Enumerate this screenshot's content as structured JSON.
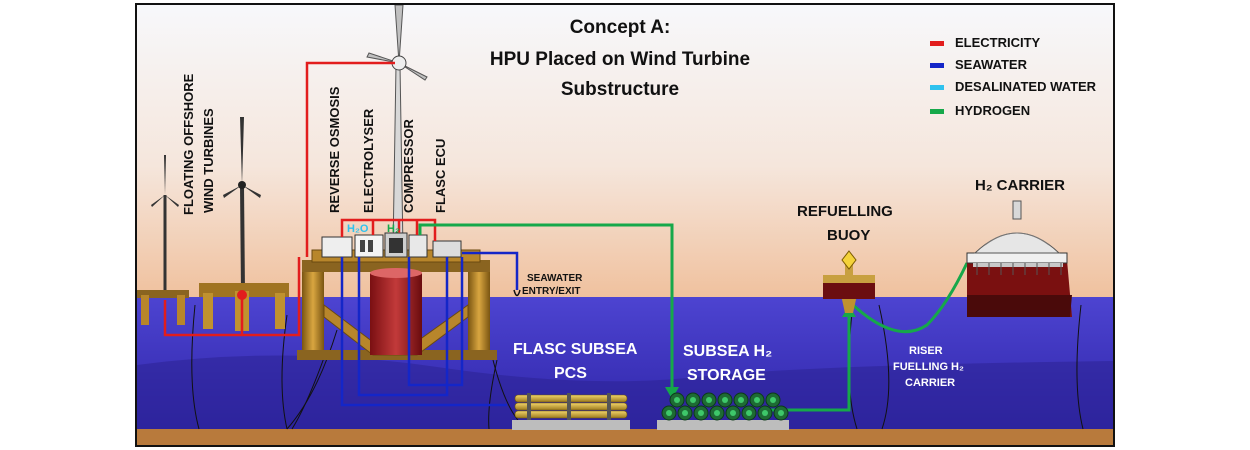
{
  "title": {
    "line1": "Concept A:",
    "line2": "HPU Placed on Wind Turbine",
    "line3": "Substructure"
  },
  "legend": [
    {
      "label": "ELECTRICITY",
      "color": "#e21d1d"
    },
    {
      "label": "SEAWATER",
      "color": "#1426c8"
    },
    {
      "label": "DESALINATED WATER",
      "color": "#2fc2ee"
    },
    {
      "label": "HYDROGEN",
      "color": "#16a84a"
    }
  ],
  "labels": {
    "floating_line1": "FLOATING OFFSHORE",
    "floating_line2": "WIND TURBINES",
    "reverse_osmosis": "REVERSE OSMOSIS",
    "electrolyser": "ELECTROLYSER",
    "compressor": "COMPRESSOR",
    "flasc_ecu": "FLASC ECU",
    "h2o": "H₂O",
    "h2_small": "H₂",
    "seawater_entry_line1": "SEAWATER",
    "seawater_entry_line2": "ENTRY/EXIT",
    "refuelling_line1": "REFUELLING",
    "refuelling_line2": "BUOY",
    "carrier": "H₂ CARRIER",
    "flasc_subsea_line1": "FLASC SUBSEA",
    "flasc_subsea_line2": "PCS",
    "subsea_storage_line1": "SUBSEA H₂",
    "subsea_storage_line2": "STORAGE",
    "riser_line1": "RISER",
    "riser_line2": "FUELLING H₂",
    "riser_line3": "CARRIER"
  },
  "colors": {
    "sky_top": "#f7f8fb",
    "sky_bottom": "#f2c9a8",
    "sea": "#4a3fc9",
    "seabed": "#b87a3c",
    "platform": "#b8862b"
  }
}
